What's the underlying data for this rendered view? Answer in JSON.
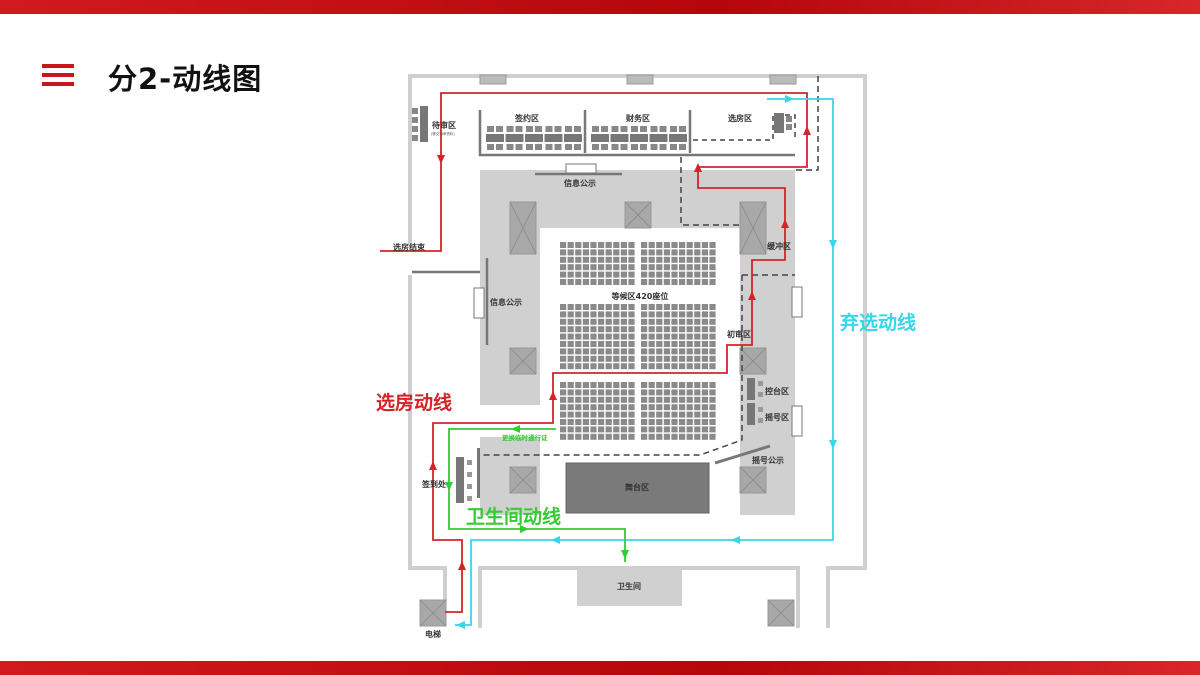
{
  "header": {
    "title": "分2-动线图",
    "menu_icon": "hamburger-menu-icon"
  },
  "colors": {
    "accent": "#c8171b",
    "selection_route": "#d4242a",
    "restroom_route": "#33cc33",
    "abandon_route": "#38d6e8",
    "zone_gray": "#d0d0d0",
    "stage": "#7a7a7a"
  },
  "plan": {
    "zones": {
      "review": "待审区",
      "review_note": "(移交待审资料)",
      "signing": "签约区",
      "finance": "财务区",
      "selection": "选房区",
      "info_top": "信息公示",
      "info_left": "信息公示",
      "buffer": "缓冲区",
      "selection_end": "选房结束",
      "waiting": "等候区420座位",
      "initial_review": "初审区",
      "console": "控台区",
      "lottery": "摇号区",
      "lottery_notice": "摇号公示",
      "pass_exchange": "更换临时通行证",
      "checkin": "签到处",
      "stage": "舞台区",
      "restroom": "卫生间",
      "elevator": "电梯"
    },
    "routes": {
      "selection": "选房动线",
      "restroom": "卫生间动线",
      "abandon": "弃选动线"
    }
  }
}
